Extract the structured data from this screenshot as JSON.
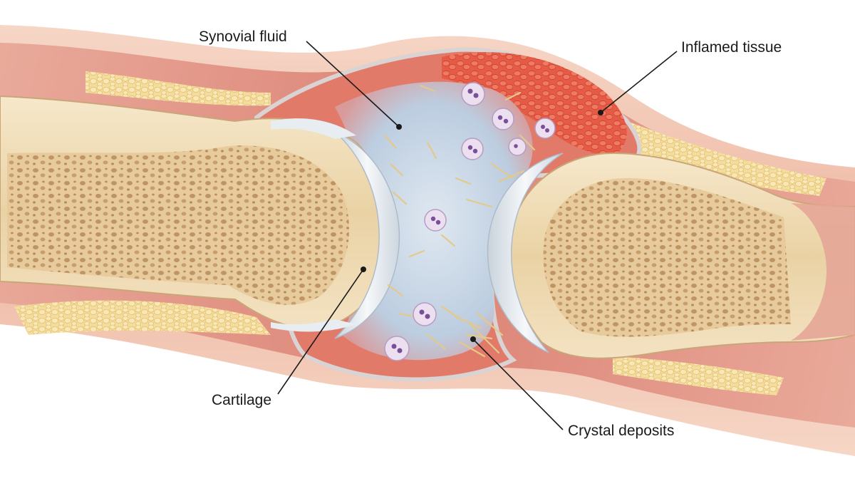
{
  "labels": {
    "synovial_fluid": "Synovial fluid",
    "inflamed_tissue": "Inflamed tissue",
    "cartilage": "Cartilage",
    "crystal_deposits": "Crystal deposits"
  },
  "colors": {
    "background": "#ffffff",
    "skin": "#f1c5ae",
    "muscle": "#df8d80",
    "fat": "#f2d58a",
    "bone_shaft": "#f0dcb5",
    "spongy_bone": "#d8b37f",
    "cartilage": "#e4eaf0",
    "synovial_fluid": "#c3d3e2",
    "inflamed": "#e0523c",
    "crystal": "#e3c98a",
    "white_cell": "#e6d3ec",
    "leader_line": "#1a1a1a"
  }
}
